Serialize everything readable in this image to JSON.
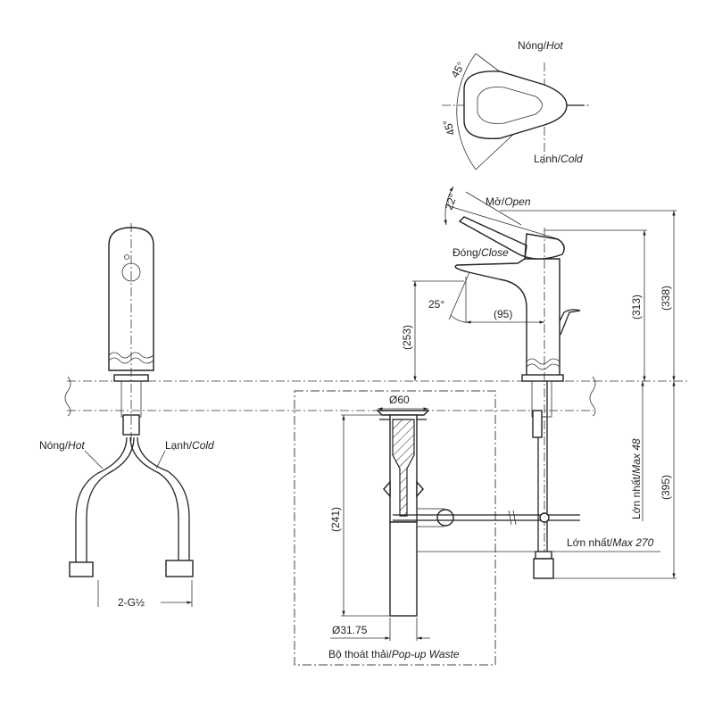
{
  "title_block": {},
  "top_view": {
    "hot_label": "Nóng/",
    "hot_label_en": "Hot",
    "cold_label": "Lạnh/",
    "cold_label_en": "Cold",
    "angle_top": "45°",
    "angle_bottom": "45°"
  },
  "side_view": {
    "open_label": "Mở/",
    "open_label_en": "Open",
    "close_label": "Đóng/",
    "close_label_en": "Close",
    "lever_angle": "22°",
    "spray_angle": "25°",
    "spout_reach": "(95)",
    "spout_height": "(253)",
    "body_height": "(313)",
    "lever_height": "(338)",
    "below_deck": "(395)",
    "max_deck_label": "Lớn nhất/",
    "max_deck_label_en": "Max 48",
    "max_rod_label": "Lớn nhất/",
    "max_rod_label_en": "Max 270"
  },
  "front_view": {
    "hot_label": "Nóng/",
    "hot_label_en": "Hot",
    "cold_label": "Lạnh/",
    "cold_label_en": "Cold",
    "thread": "2-G½"
  },
  "drain": {
    "flange_dia": "Ø60",
    "length": "(241)",
    "pipe_dia": "Ø31.75",
    "caption": "Bộ thoát thải/",
    "caption_en": "Pop-up Waste"
  }
}
